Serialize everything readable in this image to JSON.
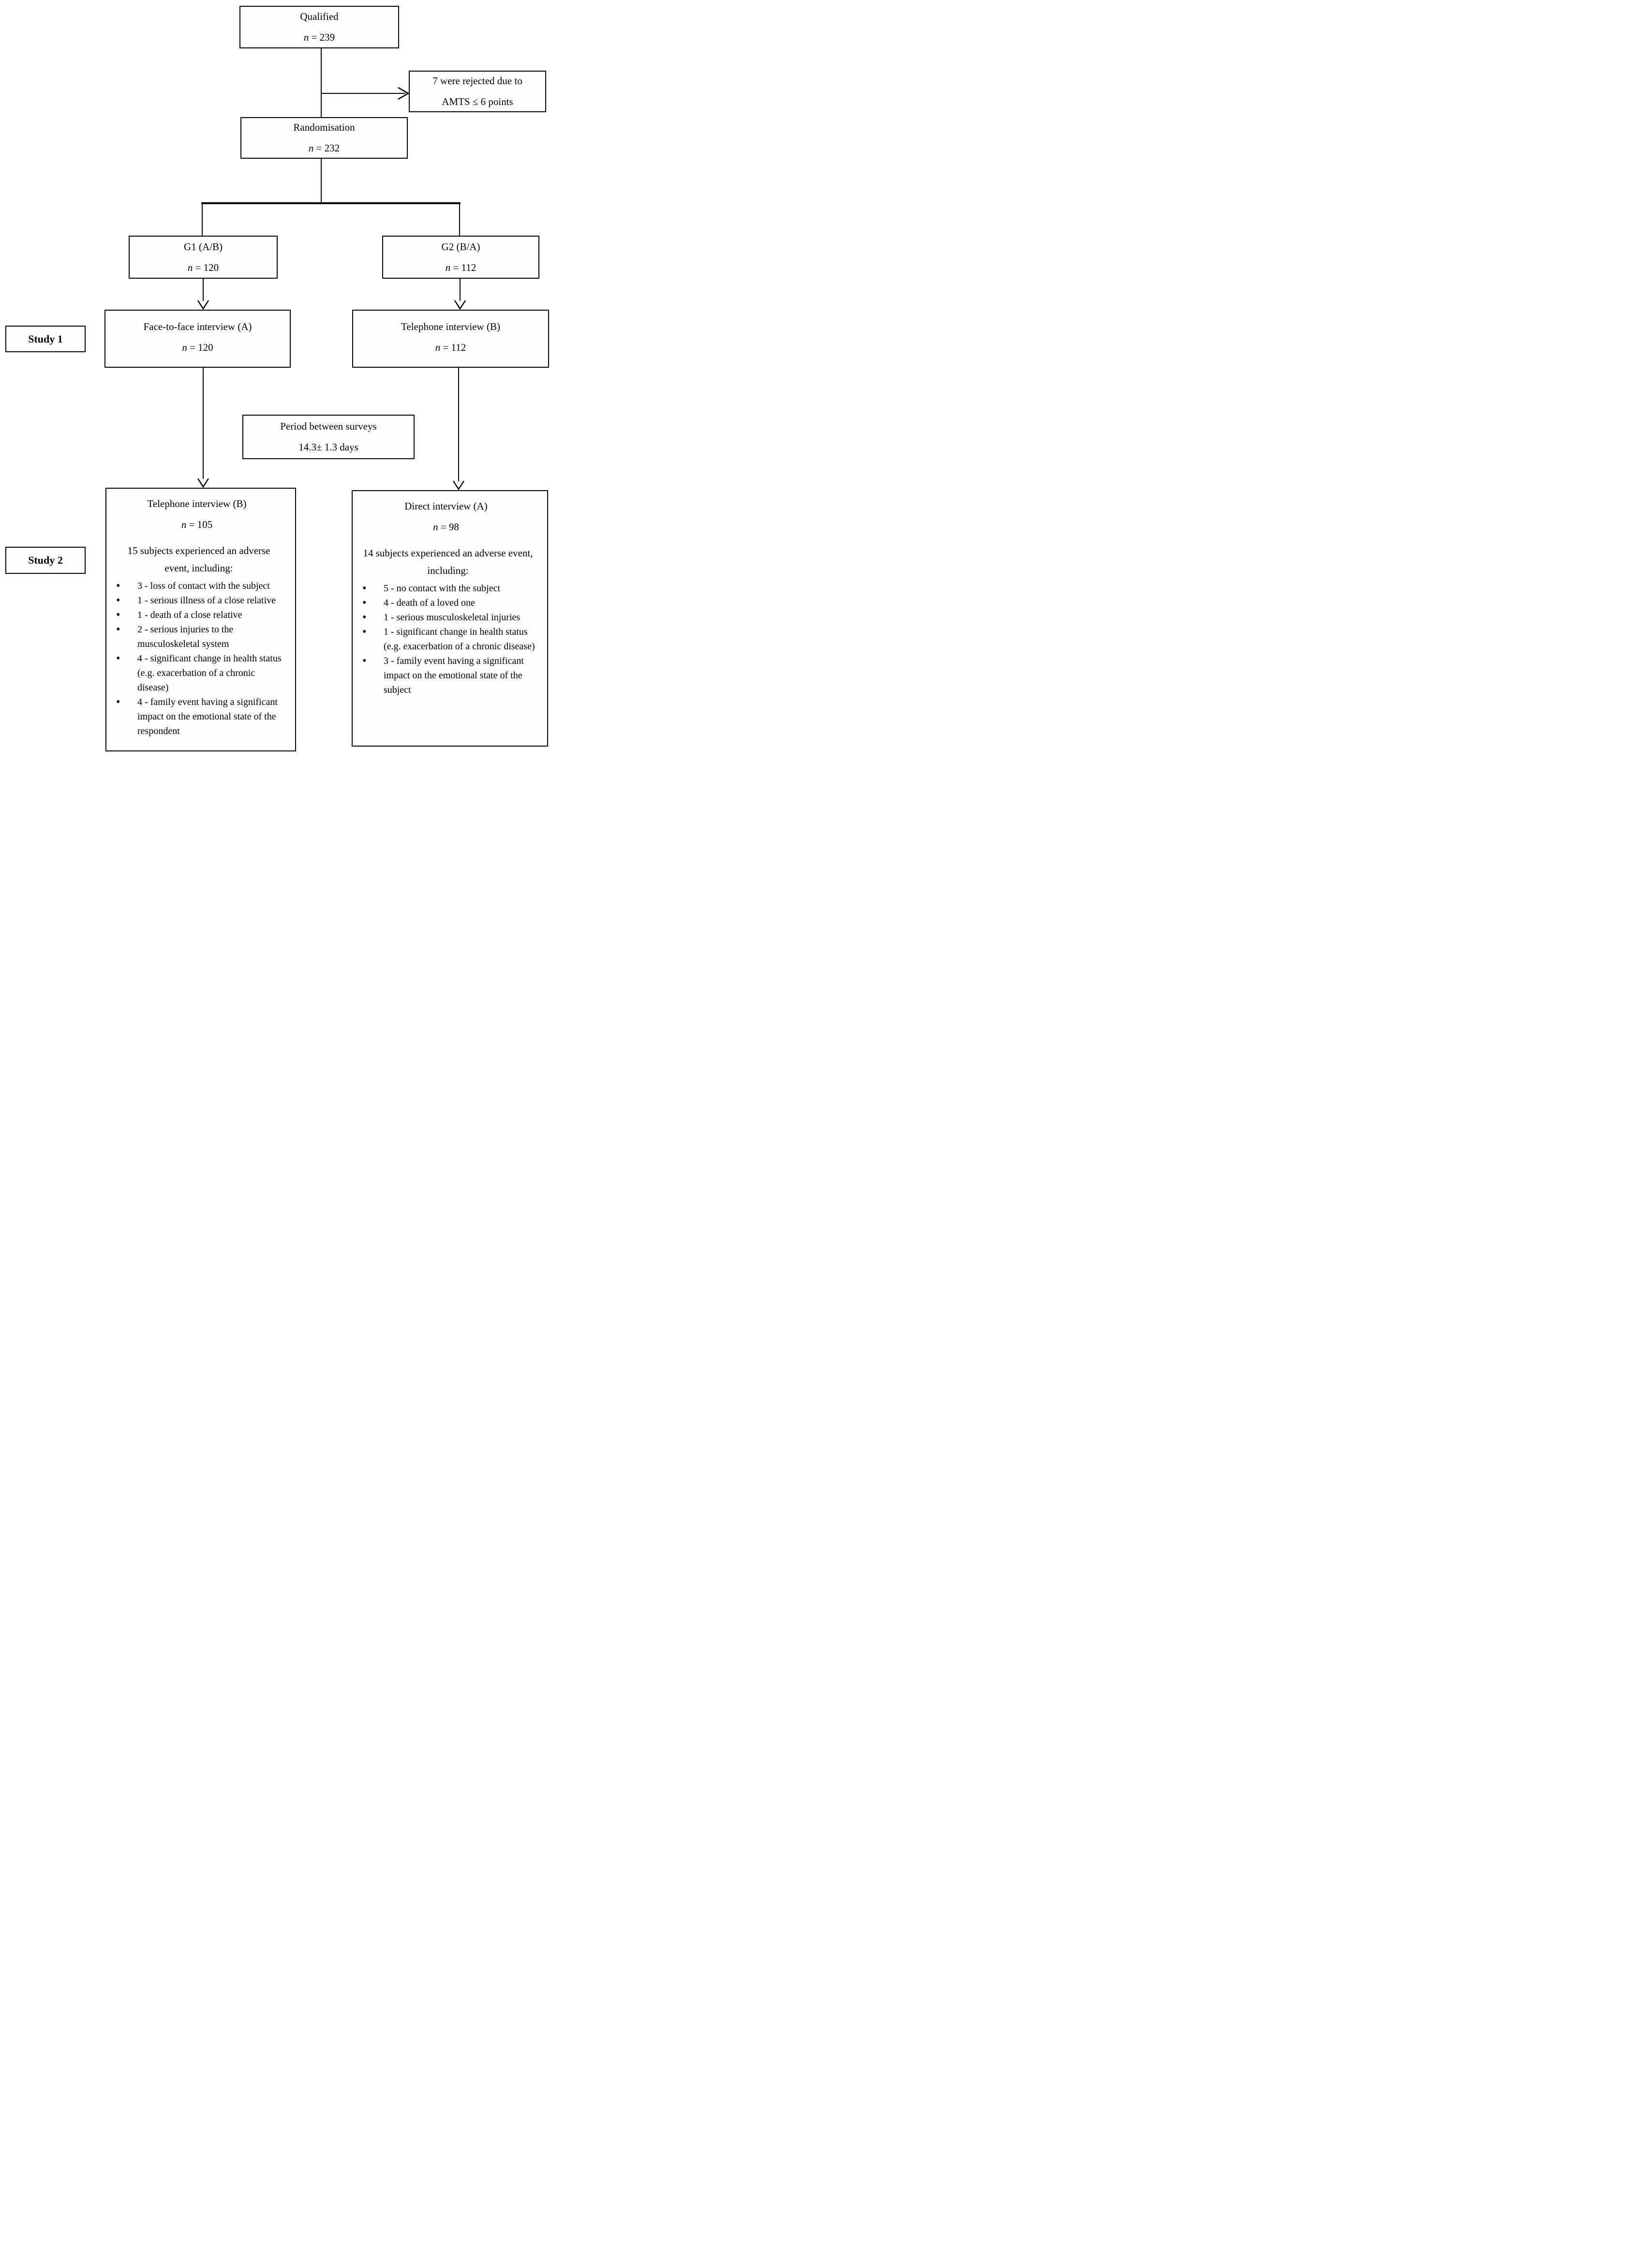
{
  "page": {
    "background": "#ffffff",
    "line_color": "#000000"
  },
  "flow": {
    "qualified": {
      "title": "Qualified",
      "n": "n",
      "count": " = 239"
    },
    "rejected": {
      "line1": "7 were rejected due to",
      "line2": "AMTS ≤ 6 points"
    },
    "randomisation": {
      "title": "Randomisation",
      "n": "n",
      "count": " = 232"
    },
    "g1": {
      "title": "G1 (A/B)",
      "n": "n",
      "count": " = 120"
    },
    "g2": {
      "title": "G2 (B/A)",
      "n": "n",
      "count": " = 112"
    },
    "study1": {
      "label": "Study 1",
      "left_box": {
        "title": "Face-to-face interview (A)",
        "n": "n",
        "count": " = 120"
      },
      "right_box": {
        "title": "Telephone interview (B)",
        "n": "n",
        "count": " = 112"
      }
    },
    "period": {
      "line1": "Period between surveys",
      "line2": "14.3± 1.3 days"
    },
    "study2": {
      "label": "Study 2",
      "left_box": {
        "title": "Telephone interview (B)",
        "n": "n",
        "count": " = 105",
        "summary": "15 subjects experienced an adverse event, including:",
        "bullets": [
          "3 - loss of contact with the subject",
          "1 - serious illness of a close relative",
          "1 - death of a close relative",
          "2 - serious injuries to the musculoskeletal system",
          "4 - significant change in health status (e.g. exacerbation of a chronic disease)",
          "4 - family event having a significant impact on the emotional state of the respondent"
        ]
      },
      "right_box": {
        "title": "Direct interview (A)",
        "n": "n",
        "count": " = 98",
        "summary": "14 subjects experienced an adverse event, including:",
        "bullets": [
          "5 - no contact with the subject",
          "4 - death of a loved one",
          "1 - serious musculoskeletal injuries",
          "1 - significant change in health status (e.g. exacerbation of a chronic disease)",
          "3 - family event having a significant impact on the emotional state of the subject"
        ]
      }
    }
  }
}
